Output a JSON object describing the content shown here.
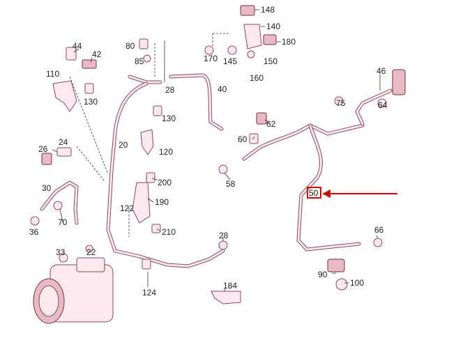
{
  "diagram": {
    "callouts": [
      "148",
      "140",
      "180",
      "80",
      "44",
      "42",
      "170",
      "145",
      "150",
      "85",
      "110",
      "160",
      "46",
      "28",
      "40",
      "130",
      "75",
      "64",
      "62",
      "130",
      "60",
      "26",
      "24",
      "120",
      "20",
      "58",
      "200",
      "30",
      "50",
      "190",
      "70",
      "122",
      "66",
      "36",
      "210",
      "28",
      "33",
      "22",
      "90",
      "100",
      "184",
      "124"
    ],
    "highlight": {
      "label": "50",
      "color": "#cc0000"
    }
  }
}
